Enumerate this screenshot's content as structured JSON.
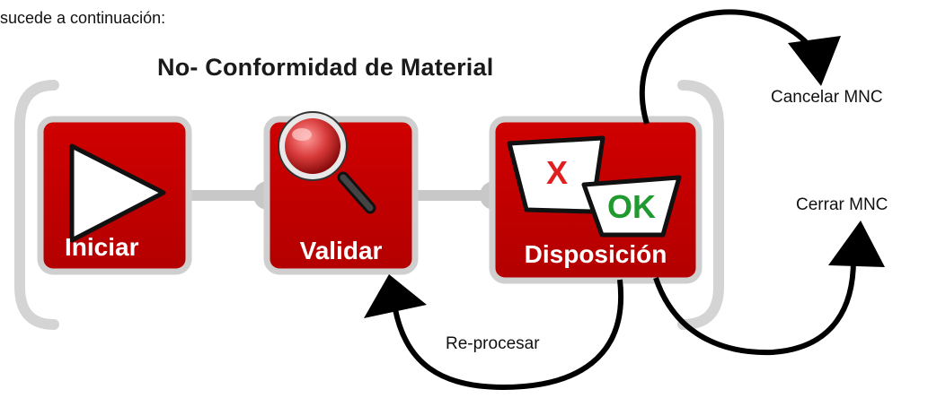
{
  "intro_text": "sucede a continuación:",
  "diagram_title": "No- Conformidad de Material",
  "steps": [
    {
      "label": "Iniciar",
      "icon": "play-icon"
    },
    {
      "label": "Validar",
      "icon": "magnifier-icon"
    },
    {
      "label": "Disposición",
      "icon": "disposition-tags-icon"
    }
  ],
  "tags": {
    "reject": "X",
    "accept": "OK"
  },
  "outcomes": {
    "cancel": "Cancelar MNC",
    "close": "Cerrar MNC",
    "reprocess": "Re-procesar"
  },
  "colors": {
    "step_fill": "#c40000",
    "step_border": "#cfcfcf",
    "bracket": "#d4d4d4",
    "connector": "#c8c8c8",
    "reject_text": "#e02020",
    "accept_text": "#1f9a2e",
    "arrow": "#000000"
  }
}
